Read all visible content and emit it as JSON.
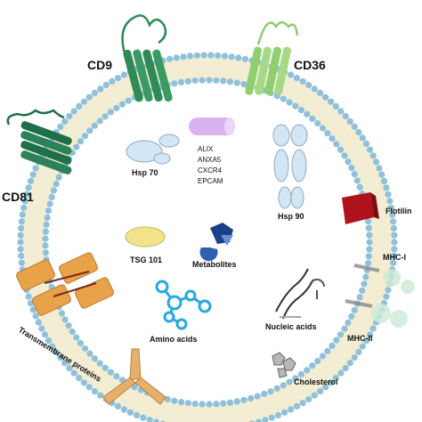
{
  "labels": {
    "cd9": "CD9",
    "cd36": "CD36",
    "cd81": "CD81",
    "hsp70": "Hsp 70",
    "hsp90": "Hsp 90",
    "tsg101": "TSG 101",
    "metabolites": "Metabolites",
    "amino_acids": "Amino acids",
    "nucleic_acids": "Nucleic acids",
    "cholesterol": "Cholesterol",
    "flotillin": "Flotilin",
    "mhc1": "MHC-I",
    "mhc2": "MHC-II",
    "transmembrane": "Transmembrane proteins",
    "cargo_list": [
      "ALIX",
      "ANXA5",
      "CXCR4",
      "EPCAM"
    ]
  },
  "colors": {
    "membrane_fill": "#f3eed3",
    "lipid_head": "#8fc0dc",
    "cd9_green": "#2e8b57",
    "cd36_green": "#8fcf6f",
    "cd81_green": "#1f6f48",
    "flotillin_red": "#b0121b",
    "tsg_yellow": "#f2e38a",
    "hsp_blue": "#d3e6f5",
    "metabolite_blue": "#1c3f8a",
    "amino_cyan": "#27a8e0",
    "transmembrane_orange": "#e8a24a",
    "purple_cyl": "#d9b3ef"
  }
}
